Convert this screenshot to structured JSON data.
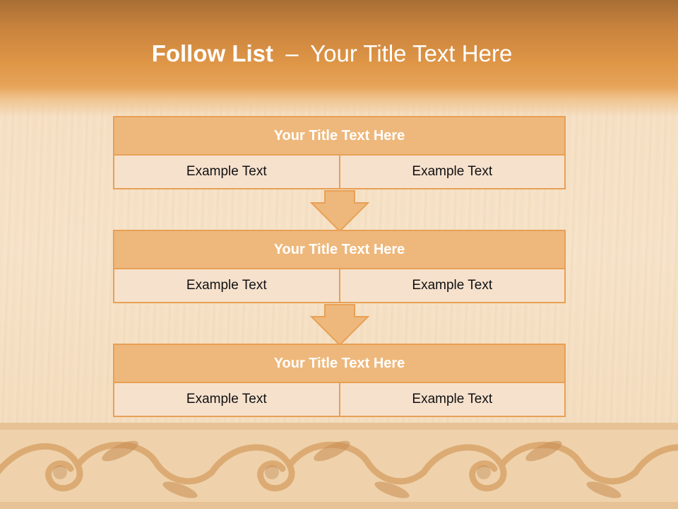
{
  "slide": {
    "title_bold": "Follow List",
    "title_separator": "–",
    "title_rest": "Your Title Text Here"
  },
  "blocks": [
    {
      "title": "Your Title Text Here",
      "left_text": "Example Text",
      "right_text": "Example Text"
    },
    {
      "title": "Your Title Text Here",
      "left_text": "Example Text",
      "right_text": "Example Text"
    },
    {
      "title": "Your Title Text Here",
      "left_text": "Example Text",
      "right_text": "Example Text"
    }
  ],
  "colors": {
    "title_band": "#df9647",
    "block_title_fill": "#eeb87c",
    "block_border": "#e8a055",
    "block_cell_fill": "#f6e1cd",
    "arrow_fill": "#eeb87c"
  }
}
